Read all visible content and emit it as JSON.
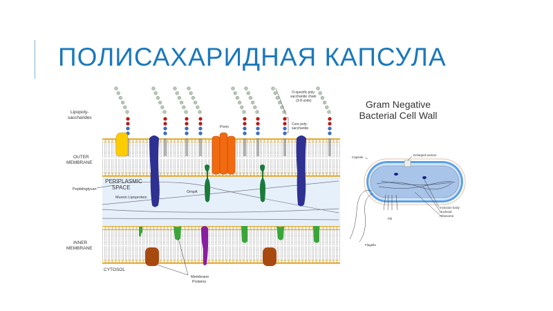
{
  "slide": {
    "title": "ПОЛИСАХАРИДНАЯ КАПСУЛА"
  },
  "membrane_diagram": {
    "labels": {
      "lps_1": "Lipopoly-",
      "lps_2": "saccharides",
      "outer_1": "OUTER",
      "outer_2": "MEMBRANE",
      "peri_1": "PERIPLASMIC",
      "peri_2": "SPACE",
      "peptidoglycan": "Peptidoglycan",
      "murein": "Murein Lipoprotein",
      "ompa": "OmpA",
      "porin": "Porin",
      "inner_1": "INNER",
      "inner_2": "MEMBRANE",
      "cytosol": "CYTOSOL",
      "mp_1": "Membrane",
      "mp_2": "Proteins",
      "ospec_1": "O-specific poly-",
      "ospec_2": "saccharide chain",
      "ospec_3": "(3-8 units)",
      "core_1": "Core poly-",
      "core_2": "saccharide"
    },
    "colors": {
      "outer_protein": "#2e3192",
      "porin": "#f26a10",
      "ompa": "#1a7a3a",
      "membrane_protein": "#3aa63a",
      "purple_protein": "#8a1ea0",
      "transport": "#a84a10",
      "lipoprotein_yellow": "#ffcc00",
      "periplasm": "#e6f0fb"
    }
  },
  "cell_diagram": {
    "title_1": "Gram Negative",
    "title_2": "Bacterial Cell Wall",
    "labels": {
      "capsule": "Capsule",
      "enlarged": "Enlarged section",
      "inclusion": "Inclusion body",
      "nucleoid": "Nucleoid",
      "ribosome": "Ribosome",
      "pili": "Pili",
      "flagella": "Flagella"
    }
  }
}
